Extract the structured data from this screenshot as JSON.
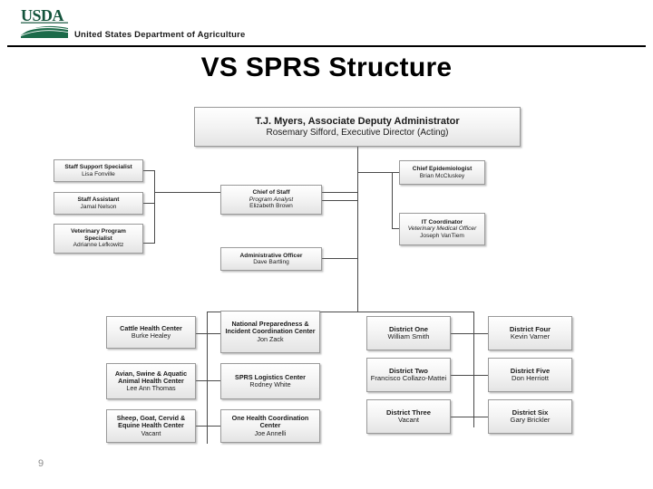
{
  "header": {
    "logo_alt": "USDA",
    "logo_text": "USDA",
    "wordmark": "United States Department of Agriculture"
  },
  "slide": {
    "title": "VS SPRS Structure",
    "page_number": "9"
  },
  "chart": {
    "top": {
      "line1": "T.J. Myers, Associate Deputy Administrator",
      "line2": "Rosemary Sifford, Executive Director (Acting)"
    },
    "left_staff": [
      {
        "title": "Staff Support Specialist",
        "name": "Lisa Fonville"
      },
      {
        "title": "Staff Assistant",
        "name": "Jamal Nelson"
      },
      {
        "title": "Veterinary Program Specialist",
        "name": "Adrianne Lefkowitz"
      }
    ],
    "center_staff": [
      {
        "title": "Chief of Staff",
        "subtitle": "Program Analyst",
        "name": "Elizabeth Brown"
      },
      {
        "title": "Administrative Officer",
        "name": "Dave Bartling"
      }
    ],
    "right_staff": [
      {
        "title": "Chief Epidemiologist",
        "name": "Brian McCluskey"
      },
      {
        "title": "IT Coordinator",
        "subtitle": "Veterinary Medical Officer",
        "name": "Joseph VanTiem"
      }
    ],
    "centers_left": [
      {
        "title": "Cattle Health Center",
        "name": "Burke Healey"
      },
      {
        "title": "Avian, Swine & Aquatic Animal Health Center",
        "name": "Lee Ann Thomas"
      },
      {
        "title": "Sheep, Goat, Cervid & Equine Health Center",
        "name": "Vacant"
      }
    ],
    "centers_mid": [
      {
        "title": "National Preparedness & Incident Coordination Center",
        "name": "Jon Zack"
      },
      {
        "title": "SPRS Logistics Center",
        "name": "Rodney White"
      },
      {
        "title": "One Health Coordination Center",
        "name": "Joe Annelli"
      }
    ],
    "districts_left": [
      {
        "title": "District One",
        "name": "William Smith"
      },
      {
        "title": "District Two",
        "name": "Francisco Collazo-Mattei"
      },
      {
        "title": "District Three",
        "name": "Vacant"
      }
    ],
    "districts_right": [
      {
        "title": "District Four",
        "name": "Kevin Varner"
      },
      {
        "title": "District Five",
        "name": "Don Herriott"
      },
      {
        "title": "District Six",
        "name": "Gary Brickler"
      }
    ]
  },
  "colors": {
    "usda_green": "#0b5c3f",
    "rule": "#000000",
    "node_border": "#9a9a9a",
    "connector": "#4a4a4a",
    "page_number": "#8c8c8c"
  }
}
